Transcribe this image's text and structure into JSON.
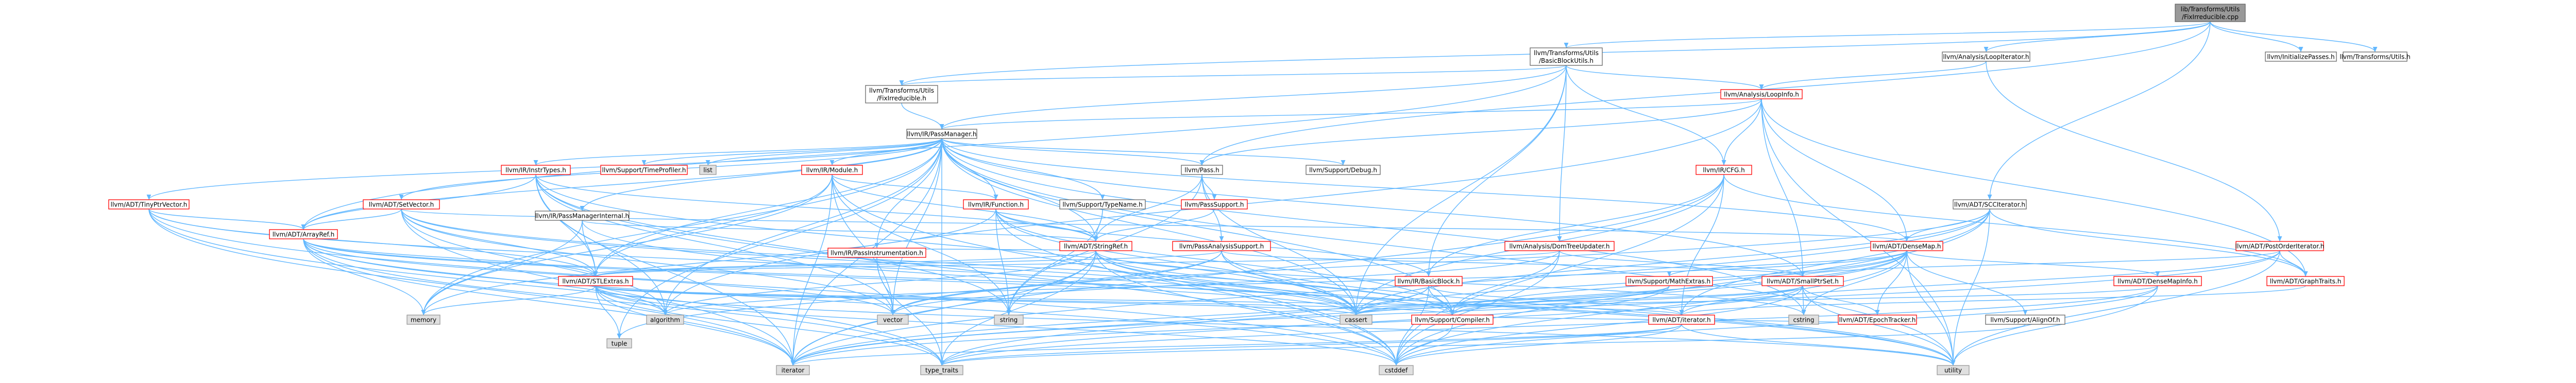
{
  "colors": {
    "edge": "#63b8ff",
    "root_fill": "#999999",
    "root_border": "#666666",
    "internal_border": "#ff0000",
    "leaf_fill": "#e0e0e0",
    "leaf_border": "#999999",
    "normal_border": "#666666",
    "text": "#000000"
  },
  "nodes": [
    {
      "id": "root",
      "kind": "root",
      "lines": [
        "lib/Transforms/Utils",
        "/FixIrreducible.cpp"
      ]
    },
    {
      "id": "bbutils",
      "kind": "normal",
      "lines": [
        "llvm/Transforms/Utils",
        "/BasicBlockUtils.h"
      ]
    },
    {
      "id": "loopiter",
      "kind": "normal",
      "lines": [
        "llvm/Analysis/LoopIterator.h"
      ]
    },
    {
      "id": "initpasses",
      "kind": "normal",
      "lines": [
        "llvm/InitializePasses.h"
      ]
    },
    {
      "id": "tutils",
      "kind": "normal",
      "lines": [
        "llvm/Transforms/Utils.h"
      ]
    },
    {
      "id": "fixirr",
      "kind": "normal",
      "lines": [
        "llvm/Transforms/Utils",
        "/FixIrreducible.h"
      ]
    },
    {
      "id": "passmanager",
      "kind": "normal",
      "lines": [
        "llvm/IR/PassManager.h"
      ]
    },
    {
      "id": "looinfo",
      "kind": "internal",
      "lines": [
        "llvm/Analysis/LoopInfo.h"
      ]
    },
    {
      "id": "tinyptr",
      "kind": "internal",
      "lines": [
        "llvm/ADT/TinyPtrVector.h"
      ]
    },
    {
      "id": "setvector",
      "kind": "internal",
      "lines": [
        "llvm/ADT/SetVector.h"
      ]
    },
    {
      "id": "arrayref",
      "kind": "internal",
      "lines": [
        "llvm/ADT/ArrayRef.h"
      ]
    },
    {
      "id": "irinstrtypes",
      "kind": "internal",
      "lines": [
        "llvm/IR/InstrTypes.h"
      ]
    },
    {
      "id": "timeprof",
      "kind": "internal",
      "lines": [
        "llvm/Support/TimeProfiler.h"
      ]
    },
    {
      "id": "list",
      "kind": "leaf",
      "lines": [
        "list"
      ]
    },
    {
      "id": "irmodule",
      "kind": "internal",
      "lines": [
        "llvm/IR/Module.h"
      ]
    },
    {
      "id": "pmi",
      "kind": "normal",
      "lines": [
        "llvm/IR/PassManagerInternal.h"
      ]
    },
    {
      "id": "irfunction",
      "kind": "internal",
      "lines": [
        "llvm/IR/Function.h"
      ]
    },
    {
      "id": "passinstr",
      "kind": "internal",
      "lines": [
        "llvm/IR/PassInstrumentation.h"
      ]
    },
    {
      "id": "typename",
      "kind": "normal",
      "lines": [
        "llvm/Support/TypeName.h"
      ]
    },
    {
      "id": "pass",
      "kind": "normal",
      "lines": [
        "llvm/Pass.h"
      ]
    },
    {
      "id": "passsupport",
      "kind": "internal",
      "lines": [
        "llvm/PassSupport.h"
      ]
    },
    {
      "id": "pas",
      "kind": "internal",
      "lines": [
        "llvm/PassAnalysisSupport.h"
      ]
    },
    {
      "id": "debug",
      "kind": "normal",
      "lines": [
        "llvm/Support/Debug.h"
      ]
    },
    {
      "id": "ircfg",
      "kind": "internal",
      "lines": [
        "llvm/IR/CFG.h"
      ]
    },
    {
      "id": "domupd",
      "kind": "internal",
      "lines": [
        "llvm/Analysis/DomTreeUpdater.h"
      ]
    },
    {
      "id": "stringref",
      "kind": "internal",
      "lines": [
        "llvm/ADT/StringRef.h"
      ]
    },
    {
      "id": "stlextras",
      "kind": "internal",
      "lines": [
        "llvm/ADT/STLExtras.h"
      ]
    },
    {
      "id": "irbb",
      "kind": "internal",
      "lines": [
        "llvm/IR/BasicBlock.h"
      ]
    },
    {
      "id": "scciter",
      "kind": "normal",
      "lines": [
        "llvm/ADT/SCCIterator.h"
      ]
    },
    {
      "id": "densemap",
      "kind": "internal",
      "lines": [
        "llvm/ADT/DenseMap.h"
      ]
    },
    {
      "id": "mathextras",
      "kind": "internal",
      "lines": [
        "llvm/Support/MathExtras.h"
      ]
    },
    {
      "id": "smallptrset",
      "kind": "internal",
      "lines": [
        "llvm/ADT/SmallPtrSet.h"
      ]
    },
    {
      "id": "densemapinfo",
      "kind": "internal",
      "lines": [
        "llvm/ADT/DenseMapInfo.h"
      ]
    },
    {
      "id": "postorder",
      "kind": "internal",
      "lines": [
        "llvm/ADT/PostOrderIterator.h"
      ]
    },
    {
      "id": "graphtraits",
      "kind": "internal",
      "lines": [
        "llvm/ADT/GraphTraits.h"
      ]
    },
    {
      "id": "compiler",
      "kind": "internal",
      "lines": [
        "llvm/Support/Compiler.h"
      ]
    },
    {
      "id": "adtiterator",
      "kind": "internal",
      "lines": [
        "llvm/ADT/iterator.h"
      ]
    },
    {
      "id": "epoch",
      "kind": "internal",
      "lines": [
        "llvm/ADT/EpochTracker.h"
      ]
    },
    {
      "id": "alignof",
      "kind": "normal",
      "lines": [
        "llvm/Support/AlignOf.h"
      ]
    },
    {
      "id": "vector",
      "kind": "leaf",
      "lines": [
        "vector"
      ]
    },
    {
      "id": "string",
      "kind": "leaf",
      "lines": [
        "string"
      ]
    },
    {
      "id": "memory",
      "kind": "leaf",
      "lines": [
        "memory"
      ]
    },
    {
      "id": "algorithm",
      "kind": "leaf",
      "lines": [
        "algorithm"
      ]
    },
    {
      "id": "tuple",
      "kind": "leaf",
      "lines": [
        "tuple"
      ]
    },
    {
      "id": "cassert",
      "kind": "leaf",
      "lines": [
        "cassert"
      ]
    },
    {
      "id": "cstring",
      "kind": "leaf",
      "lines": [
        "cstring"
      ]
    },
    {
      "id": "iterator",
      "kind": "leaf",
      "lines": [
        "iterator"
      ]
    },
    {
      "id": "typetraits",
      "kind": "leaf",
      "lines": [
        "type_traits"
      ]
    },
    {
      "id": "cstddef",
      "kind": "leaf",
      "lines": [
        "cstddef"
      ]
    },
    {
      "id": "utility",
      "kind": "leaf",
      "lines": [
        "utility"
      ]
    }
  ],
  "edges": [
    [
      "root",
      "bbutils"
    ],
    [
      "root",
      "loopiter"
    ],
    [
      "root",
      "initpasses"
    ],
    [
      "root",
      "tutils"
    ],
    [
      "root",
      "fixirr"
    ],
    [
      "root",
      "pass"
    ],
    [
      "root",
      "scciter"
    ],
    [
      "bbutils",
      "fixirr"
    ],
    [
      "bbutils",
      "passmanager"
    ],
    [
      "bbutils",
      "looinfo"
    ],
    [
      "bbutils",
      "ircfg"
    ],
    [
      "bbutils",
      "domupd"
    ],
    [
      "bbutils",
      "irbb"
    ],
    [
      "bbutils",
      "arrayref"
    ],
    [
      "bbutils",
      "cassert"
    ],
    [
      "loopiter",
      "looinfo"
    ],
    [
      "loopiter",
      "postorder"
    ],
    [
      "fixirr",
      "passmanager"
    ],
    [
      "passmanager",
      "tinyptr"
    ],
    [
      "passmanager",
      "setvector"
    ],
    [
      "passmanager",
      "arrayref"
    ],
    [
      "passmanager",
      "irinstrtypes"
    ],
    [
      "passmanager",
      "timeprof"
    ],
    [
      "passmanager",
      "list"
    ],
    [
      "passmanager",
      "irmodule"
    ],
    [
      "passmanager",
      "pmi"
    ],
    [
      "passmanager",
      "irfunction"
    ],
    [
      "passmanager",
      "passinstr"
    ],
    [
      "passmanager",
      "typename"
    ],
    [
      "passmanager",
      "pass"
    ],
    [
      "passmanager",
      "debug"
    ],
    [
      "passmanager",
      "stringref"
    ],
    [
      "passmanager",
      "stlextras"
    ],
    [
      "passmanager",
      "densemap"
    ],
    [
      "passmanager",
      "smallptrset"
    ],
    [
      "passmanager",
      "vector"
    ],
    [
      "passmanager",
      "memory"
    ],
    [
      "passmanager",
      "algorithm"
    ],
    [
      "passmanager",
      "cassert"
    ],
    [
      "passmanager",
      "cstring"
    ],
    [
      "passmanager",
      "iterator"
    ],
    [
      "passmanager",
      "typetraits"
    ],
    [
      "passmanager",
      "utility"
    ],
    [
      "passmanager",
      "tuple"
    ],
    [
      "passmanager",
      "compiler"
    ],
    [
      "looinfo",
      "passmanager"
    ],
    [
      "looinfo",
      "ircfg"
    ],
    [
      "looinfo",
      "pass"
    ],
    [
      "looinfo",
      "densemap"
    ],
    [
      "looinfo",
      "smallptrset"
    ],
    [
      "looinfo",
      "graphtraits"
    ],
    [
      "looinfo",
      "algorithm"
    ],
    [
      "looinfo",
      "utility"
    ],
    [
      "tinyptr",
      "arrayref"
    ],
    [
      "tinyptr",
      "stlextras"
    ],
    [
      "tinyptr",
      "cassert"
    ],
    [
      "tinyptr",
      "cstddef"
    ],
    [
      "tinyptr",
      "iterator"
    ],
    [
      "tinyptr",
      "typetraits"
    ],
    [
      "setvector",
      "arrayref"
    ],
    [
      "setvector",
      "stlextras"
    ],
    [
      "setvector",
      "densemap"
    ],
    [
      "setvector",
      "compiler"
    ],
    [
      "setvector",
      "algorithm"
    ],
    [
      "setvector",
      "cassert"
    ],
    [
      "setvector",
      "iterator"
    ],
    [
      "setvector",
      "vector"
    ],
    [
      "arrayref",
      "stlextras"
    ],
    [
      "arrayref",
      "compiler"
    ],
    [
      "arrayref",
      "algorithm"
    ],
    [
      "arrayref",
      "cassert"
    ],
    [
      "arrayref",
      "cstddef"
    ],
    [
      "arrayref",
      "iterator"
    ],
    [
      "arrayref",
      "memory"
    ],
    [
      "arrayref",
      "typetraits"
    ],
    [
      "arrayref",
      "vector"
    ],
    [
      "irinstrtypes",
      "arrayref"
    ],
    [
      "irinstrtypes",
      "stlextras"
    ],
    [
      "irinstrtypes",
      "stringref"
    ],
    [
      "irinstrtypes",
      "algorithm"
    ],
    [
      "irinstrtypes",
      "cassert"
    ],
    [
      "irinstrtypes",
      "cstddef"
    ],
    [
      "irinstrtypes",
      "iterator"
    ],
    [
      "irinstrtypes",
      "string"
    ],
    [
      "irinstrtypes",
      "vector"
    ],
    [
      "irmodule",
      "stlextras"
    ],
    [
      "irmodule",
      "stringref"
    ],
    [
      "irmodule",
      "irfunction"
    ],
    [
      "irmodule",
      "cstddef"
    ],
    [
      "irmodule",
      "iterator"
    ],
    [
      "irmodule",
      "memory"
    ],
    [
      "irmodule",
      "string"
    ],
    [
      "irmodule",
      "vector"
    ],
    [
      "pmi",
      "stlextras"
    ],
    [
      "pmi",
      "stringref"
    ],
    [
      "pmi",
      "memory"
    ],
    [
      "pmi",
      "utility"
    ],
    [
      "irfunction",
      "stringref"
    ],
    [
      "irfunction",
      "irbb"
    ],
    [
      "irfunction",
      "compiler"
    ],
    [
      "irfunction",
      "cassert"
    ],
    [
      "irfunction",
      "cstddef"
    ],
    [
      "irfunction",
      "memory"
    ],
    [
      "irfunction",
      "string"
    ],
    [
      "passinstr",
      "stringref"
    ],
    [
      "passinstr",
      "typetraits"
    ],
    [
      "passinstr",
      "vector"
    ],
    [
      "typename",
      "stringref"
    ],
    [
      "typename",
      "string"
    ],
    [
      "pass",
      "passsupport"
    ],
    [
      "pass",
      "pas"
    ],
    [
      "pass",
      "stringref"
    ],
    [
      "pass",
      "cassert"
    ],
    [
      "pass",
      "string"
    ],
    [
      "passsupport",
      "stringref"
    ],
    [
      "pas",
      "stlextras"
    ],
    [
      "pas",
      "smallptrset"
    ],
    [
      "pas",
      "cassert"
    ],
    [
      "pas",
      "tuple"
    ],
    [
      "pas",
      "utility"
    ],
    [
      "pas",
      "vector"
    ],
    [
      "ircfg",
      "irbb"
    ],
    [
      "ircfg",
      "graphtraits"
    ],
    [
      "ircfg",
      "adtiterator"
    ],
    [
      "ircfg",
      "cassert"
    ],
    [
      "ircfg",
      "cstddef"
    ],
    [
      "ircfg",
      "iterator"
    ],
    [
      "domupd",
      "stlextras"
    ],
    [
      "domupd",
      "smallptrset"
    ],
    [
      "domupd",
      "compiler"
    ],
    [
      "domupd",
      "cstddef"
    ],
    [
      "domupd",
      "vector"
    ],
    [
      "stringref",
      "stlextras"
    ],
    [
      "stringref",
      "compiler"
    ],
    [
      "stringref",
      "algorithm"
    ],
    [
      "stringref",
      "cassert"
    ],
    [
      "stringref",
      "cstddef"
    ],
    [
      "stringref",
      "cstring"
    ],
    [
      "stringref",
      "iterator"
    ],
    [
      "stringref",
      "string"
    ],
    [
      "stringref",
      "typetraits"
    ],
    [
      "stringref",
      "utility"
    ],
    [
      "stlextras",
      "adtiterator"
    ],
    [
      "stlextras",
      "compiler"
    ],
    [
      "stlextras",
      "algorithm"
    ],
    [
      "stlextras",
      "cassert"
    ],
    [
      "stlextras",
      "cstddef"
    ],
    [
      "stlextras",
      "iterator"
    ],
    [
      "stlextras",
      "memory"
    ],
    [
      "stlextras",
      "tuple"
    ],
    [
      "stlextras",
      "typetraits"
    ],
    [
      "stlextras",
      "utility"
    ],
    [
      "irbb",
      "adtiterator"
    ],
    [
      "irbb",
      "compiler"
    ],
    [
      "irbb",
      "cassert"
    ],
    [
      "irbb",
      "cstddef"
    ],
    [
      "irbb",
      "iterator"
    ],
    [
      "scciter",
      "densemap"
    ],
    [
      "scciter",
      "graphtraits"
    ],
    [
      "scciter",
      "adtiterator"
    ],
    [
      "scciter",
      "cassert"
    ],
    [
      "scciter",
      "cstddef"
    ],
    [
      "scciter",
      "iterator"
    ],
    [
      "scciter",
      "utility"
    ],
    [
      "scciter",
      "vector"
    ],
    [
      "densemap",
      "densemapinfo"
    ],
    [
      "densemap",
      "epoch"
    ],
    [
      "densemap",
      "alignof"
    ],
    [
      "densemap",
      "compiler"
    ],
    [
      "densemap",
      "mathextras"
    ],
    [
      "densemap",
      "algorithm"
    ],
    [
      "densemap",
      "cassert"
    ],
    [
      "densemap",
      "cstddef"
    ],
    [
      "densemap",
      "cstring"
    ],
    [
      "densemap",
      "iterator"
    ],
    [
      "densemap",
      "typetraits"
    ],
    [
      "densemap",
      "utility"
    ],
    [
      "mathextras",
      "compiler"
    ],
    [
      "mathextras",
      "cassert"
    ],
    [
      "mathextras",
      "typetraits"
    ],
    [
      "smallptrset",
      "epoch"
    ],
    [
      "smallptrset",
      "compiler"
    ],
    [
      "smallptrset",
      "cassert"
    ],
    [
      "smallptrset",
      "cstddef"
    ],
    [
      "smallptrset",
      "cstring"
    ],
    [
      "smallptrset",
      "iterator"
    ],
    [
      "smallptrset",
      "utility"
    ],
    [
      "densemapinfo",
      "cassert"
    ],
    [
      "densemapinfo",
      "cstddef"
    ],
    [
      "densemapinfo",
      "typetraits"
    ],
    [
      "densemapinfo",
      "utility"
    ],
    [
      "postorder",
      "graphtraits"
    ],
    [
      "postorder",
      "smallptrset"
    ],
    [
      "postorder",
      "adtiterator"
    ],
    [
      "postorder",
      "iterator"
    ],
    [
      "postorder",
      "utility"
    ],
    [
      "graphtraits",
      "adtiterator"
    ],
    [
      "adtiterator",
      "cstddef"
    ],
    [
      "adtiterator",
      "iterator"
    ],
    [
      "adtiterator",
      "typetraits"
    ],
    [
      "adtiterator",
      "utility"
    ],
    [
      "epoch",
      "compiler"
    ],
    [
      "epoch",
      "cstdint"
    ],
    [
      "alignof",
      "typetraits"
    ],
    [
      "compiler",
      "cstddef"
    ]
  ]
}
